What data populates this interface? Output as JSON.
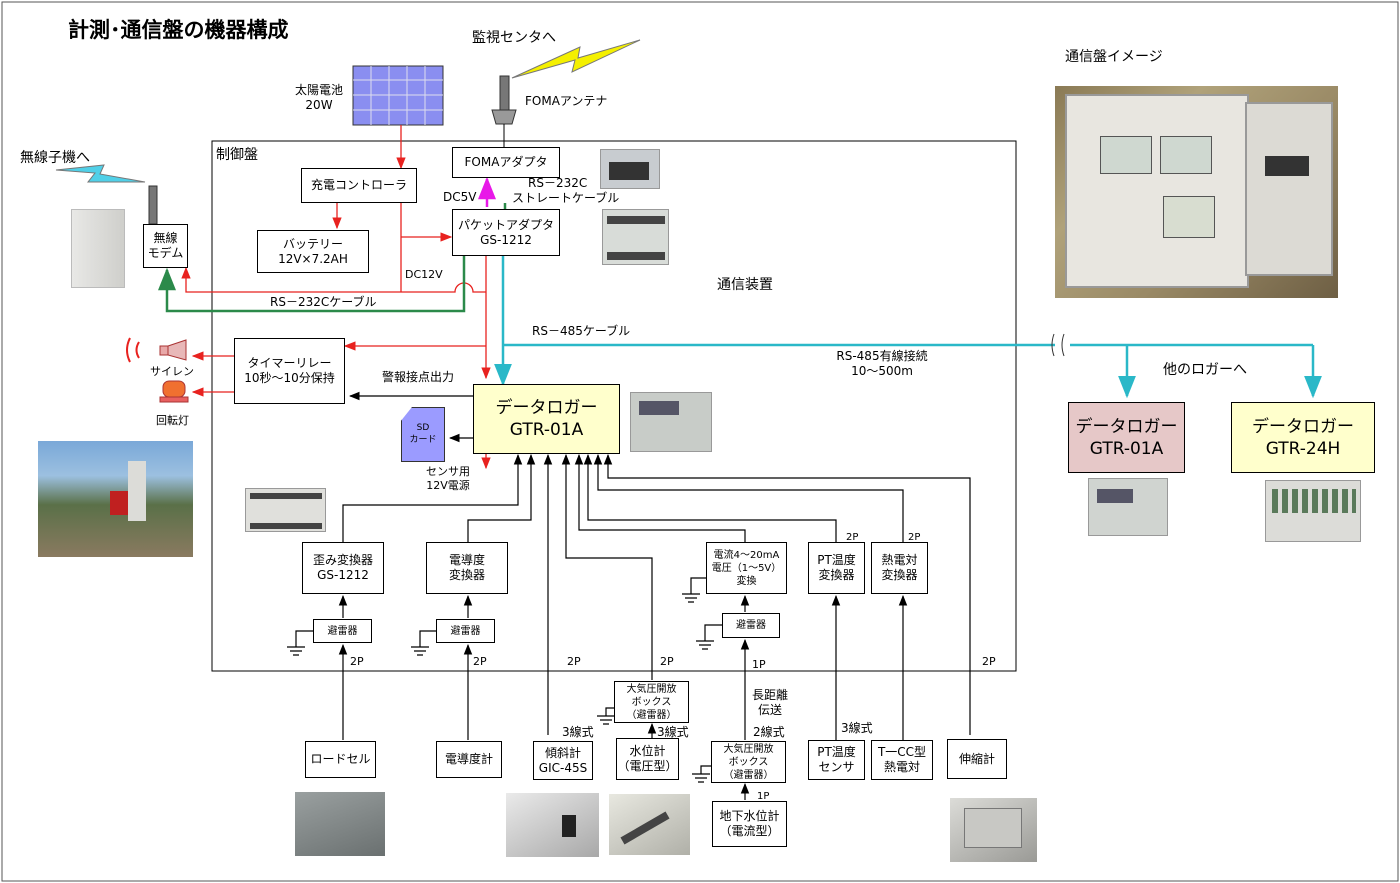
{
  "title": "計測･通信盤の機器構成",
  "top": {
    "monitor_center": "監視センタへ",
    "foma_antenna": "FOMAアンテナ",
    "solar": [
      "太陽電池",
      "20W"
    ],
    "wireless_slave": "無線子機へ",
    "panel_image_label": "通信盤イメージ",
    "control_panel_label": "制御盤"
  },
  "boxes": {
    "foma_adapter": [
      "FOMAアダプタ"
    ],
    "charge_controller": [
      "充電コントローラ"
    ],
    "packet_adapter": [
      "パケットアダプタ",
      "GS-1212"
    ],
    "battery": [
      "バッテリー",
      "12V×7.2AH"
    ],
    "modem": [
      "無線",
      "モデム"
    ],
    "timer_relay": [
      "タイマーリレー",
      "10秒～10分保持"
    ],
    "data_logger": [
      "データロガー",
      "GTR-01A"
    ],
    "logger_b": [
      "データロガー",
      "GTR-01A"
    ],
    "logger_c": [
      "データロガー",
      "GTR-24H"
    ],
    "strain": [
      "歪み変換器",
      "GS-1212"
    ],
    "conduct_conv": [
      "電導度",
      "変換器"
    ],
    "current_conv": [
      "電流4～20mA",
      "電圧（1～5V）",
      "変換"
    ],
    "pt_conv": [
      "PT温度",
      "変換器"
    ],
    "tc_conv": [
      "熱電対",
      "変換器"
    ],
    "arrester": "避雷器",
    "baro_box": [
      "大気圧開放",
      "ボックス",
      "（避雷器）"
    ],
    "load_cell": [
      "ロードセル"
    ],
    "conduct_meter": [
      "電導度計"
    ],
    "tilt": [
      "傾斜計",
      "GIC-45S"
    ],
    "water_level": [
      "水位計",
      "（電圧型）"
    ],
    "ground_water": [
      "地下水位計",
      "（電流型）"
    ],
    "pt_sensor": [
      "PT温度",
      "センサ"
    ],
    "tc_sensor": [
      "T一CC型",
      "熱電対"
    ],
    "extenso": [
      "伸縮計"
    ]
  },
  "sd_card": [
    "SD",
    "カード"
  ],
  "labels": {
    "dc5v": "DC5V",
    "rs232c_straight": [
      "RS－232C",
      "ストレートケーブル"
    ],
    "dc12v": "DC12V",
    "rs232c_cable": "RS－232Cケーブル",
    "comm_device": "通信装置",
    "rs485_cable": "RS－485ケーブル",
    "rs485_wired": [
      "RS-485有線接続",
      "10～500m"
    ],
    "other_logger": "他のロガーへ",
    "alarm_out": "警報接点出力",
    "siren": "サイレン",
    "rotating_light": "回転灯",
    "sensor_power": [
      "センサ用",
      "12V電源"
    ],
    "two_p": "2P",
    "one_p": "1P",
    "three_wire": "3線式",
    "two_wire": "2線式",
    "long_distance": [
      "長距離",
      "伝送"
    ]
  },
  "colors": {
    "red": "#e8221f",
    "green": "#2b8a4a",
    "cyan": "#2ab8c8",
    "magenta": "#e818e8",
    "logger_yellow": "#ffffcc",
    "logger_pink": "#e6c8c8",
    "solar_blue": "#8a8ef0"
  }
}
